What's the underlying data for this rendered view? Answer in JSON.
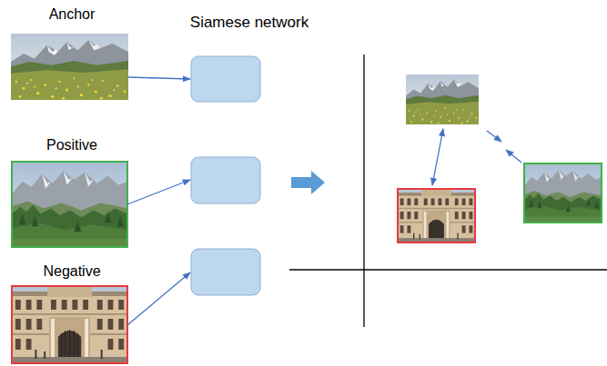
{
  "diagram": {
    "nodes": [
      {
        "text": [
          "Anchor"
        ]
      },
      {
        "text": [
          "Positive"
        ]
      },
      {
        "text": [
          "Negative"
        ]
      }
    ],
    "labels": [
      "Siamese network"
    ]
  }
}
